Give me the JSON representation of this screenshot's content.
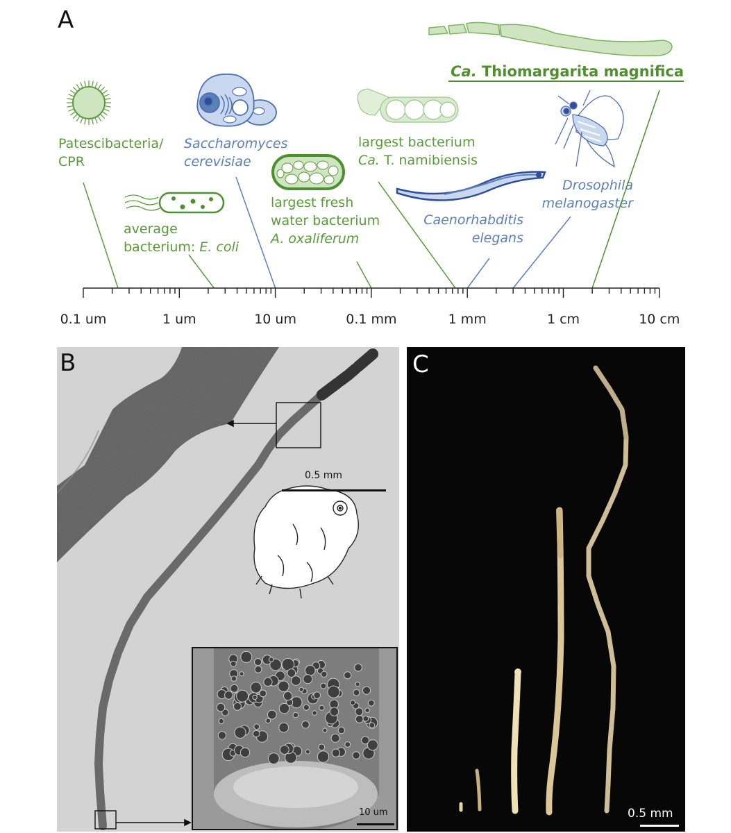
{
  "colors": {
    "green": "#5a9a3a",
    "green_dark": "#4f8f2f",
    "green_light": "#cfe5c2",
    "blue": "#5b7fb8",
    "blue_dark": "#2f4d9a",
    "blue_light": "#c9d8ee",
    "axis": "#222222"
  },
  "panel_a": {
    "letter": "A",
    "axis": {
      "scale": "log",
      "unit": "m",
      "domain": [
        1e-07,
        0.1
      ],
      "tick_labels": [
        {
          "text": "0.1 um",
          "value": 1e-07
        },
        {
          "text": "1 um",
          "value": 1e-06
        },
        {
          "text": "10 um",
          "value": 1e-05
        },
        {
          "text": "0.1 mm",
          "value": 0.0001
        },
        {
          "text": "1 mm",
          "value": 0.001
        },
        {
          "text": "1 cm",
          "value": 0.01
        },
        {
          "text": "10 cm",
          "value": 0.1
        }
      ]
    },
    "organisms": [
      {
        "key": "cpr",
        "lines": [
          "Patescibacteria/",
          "CPR"
        ],
        "italic": false,
        "color": "green",
        "size_m": 2.3e-07
      },
      {
        "key": "ecoli",
        "lines": [
          "average",
          "bacterium: ",
          "E. coli"
        ],
        "italic": false,
        "color": "green",
        "size_m": 2.3e-06
      },
      {
        "key": "yeast",
        "lines": [
          "Saccharomyces",
          "cerevisiae"
        ],
        "italic": true,
        "color": "blue",
        "size_m": 1e-05
      },
      {
        "key": "achromatium",
        "lines": [
          "largest fresh",
          "water bacterium",
          "A. oxaliferum"
        ],
        "italic": false,
        "color": "green",
        "size_m": 0.0001
      },
      {
        "key": "namibiensis",
        "lines": [
          "largest bacterium",
          "Ca.",
          " T. namibiensis"
        ],
        "italic": false,
        "color": "green",
        "size_m": 0.00075
      },
      {
        "key": "celegans",
        "lines": [
          "Caenorhabditis",
          "elegans"
        ],
        "italic": true,
        "color": "blue",
        "size_m": 0.001
      },
      {
        "key": "drosophila",
        "lines": [
          "Drosophila",
          "melanogaster"
        ],
        "italic": true,
        "color": "blue",
        "size_m": 0.003
      },
      {
        "key": "magnifica",
        "lines": [
          "Ca.",
          " Thiomargarita magnifica"
        ],
        "italic": false,
        "color": "green_dark",
        "size_m": 0.02
      }
    ],
    "icons": [
      "cpr-cell-icon",
      "ecoli-icon",
      "yeast-cell-icon",
      "achromatium-icon",
      "namibiensis-chain-icon",
      "nematode-icon",
      "fly-icon",
      "magnifica-filament-icon"
    ]
  },
  "panel_b": {
    "letter": "B",
    "scale_bar_main": "0.5 mm",
    "scale_bar_inset": "10 um",
    "icons": [
      "tardigrade-icon"
    ]
  },
  "panel_c": {
    "letter": "C",
    "scale_bar": "0.5 mm"
  }
}
